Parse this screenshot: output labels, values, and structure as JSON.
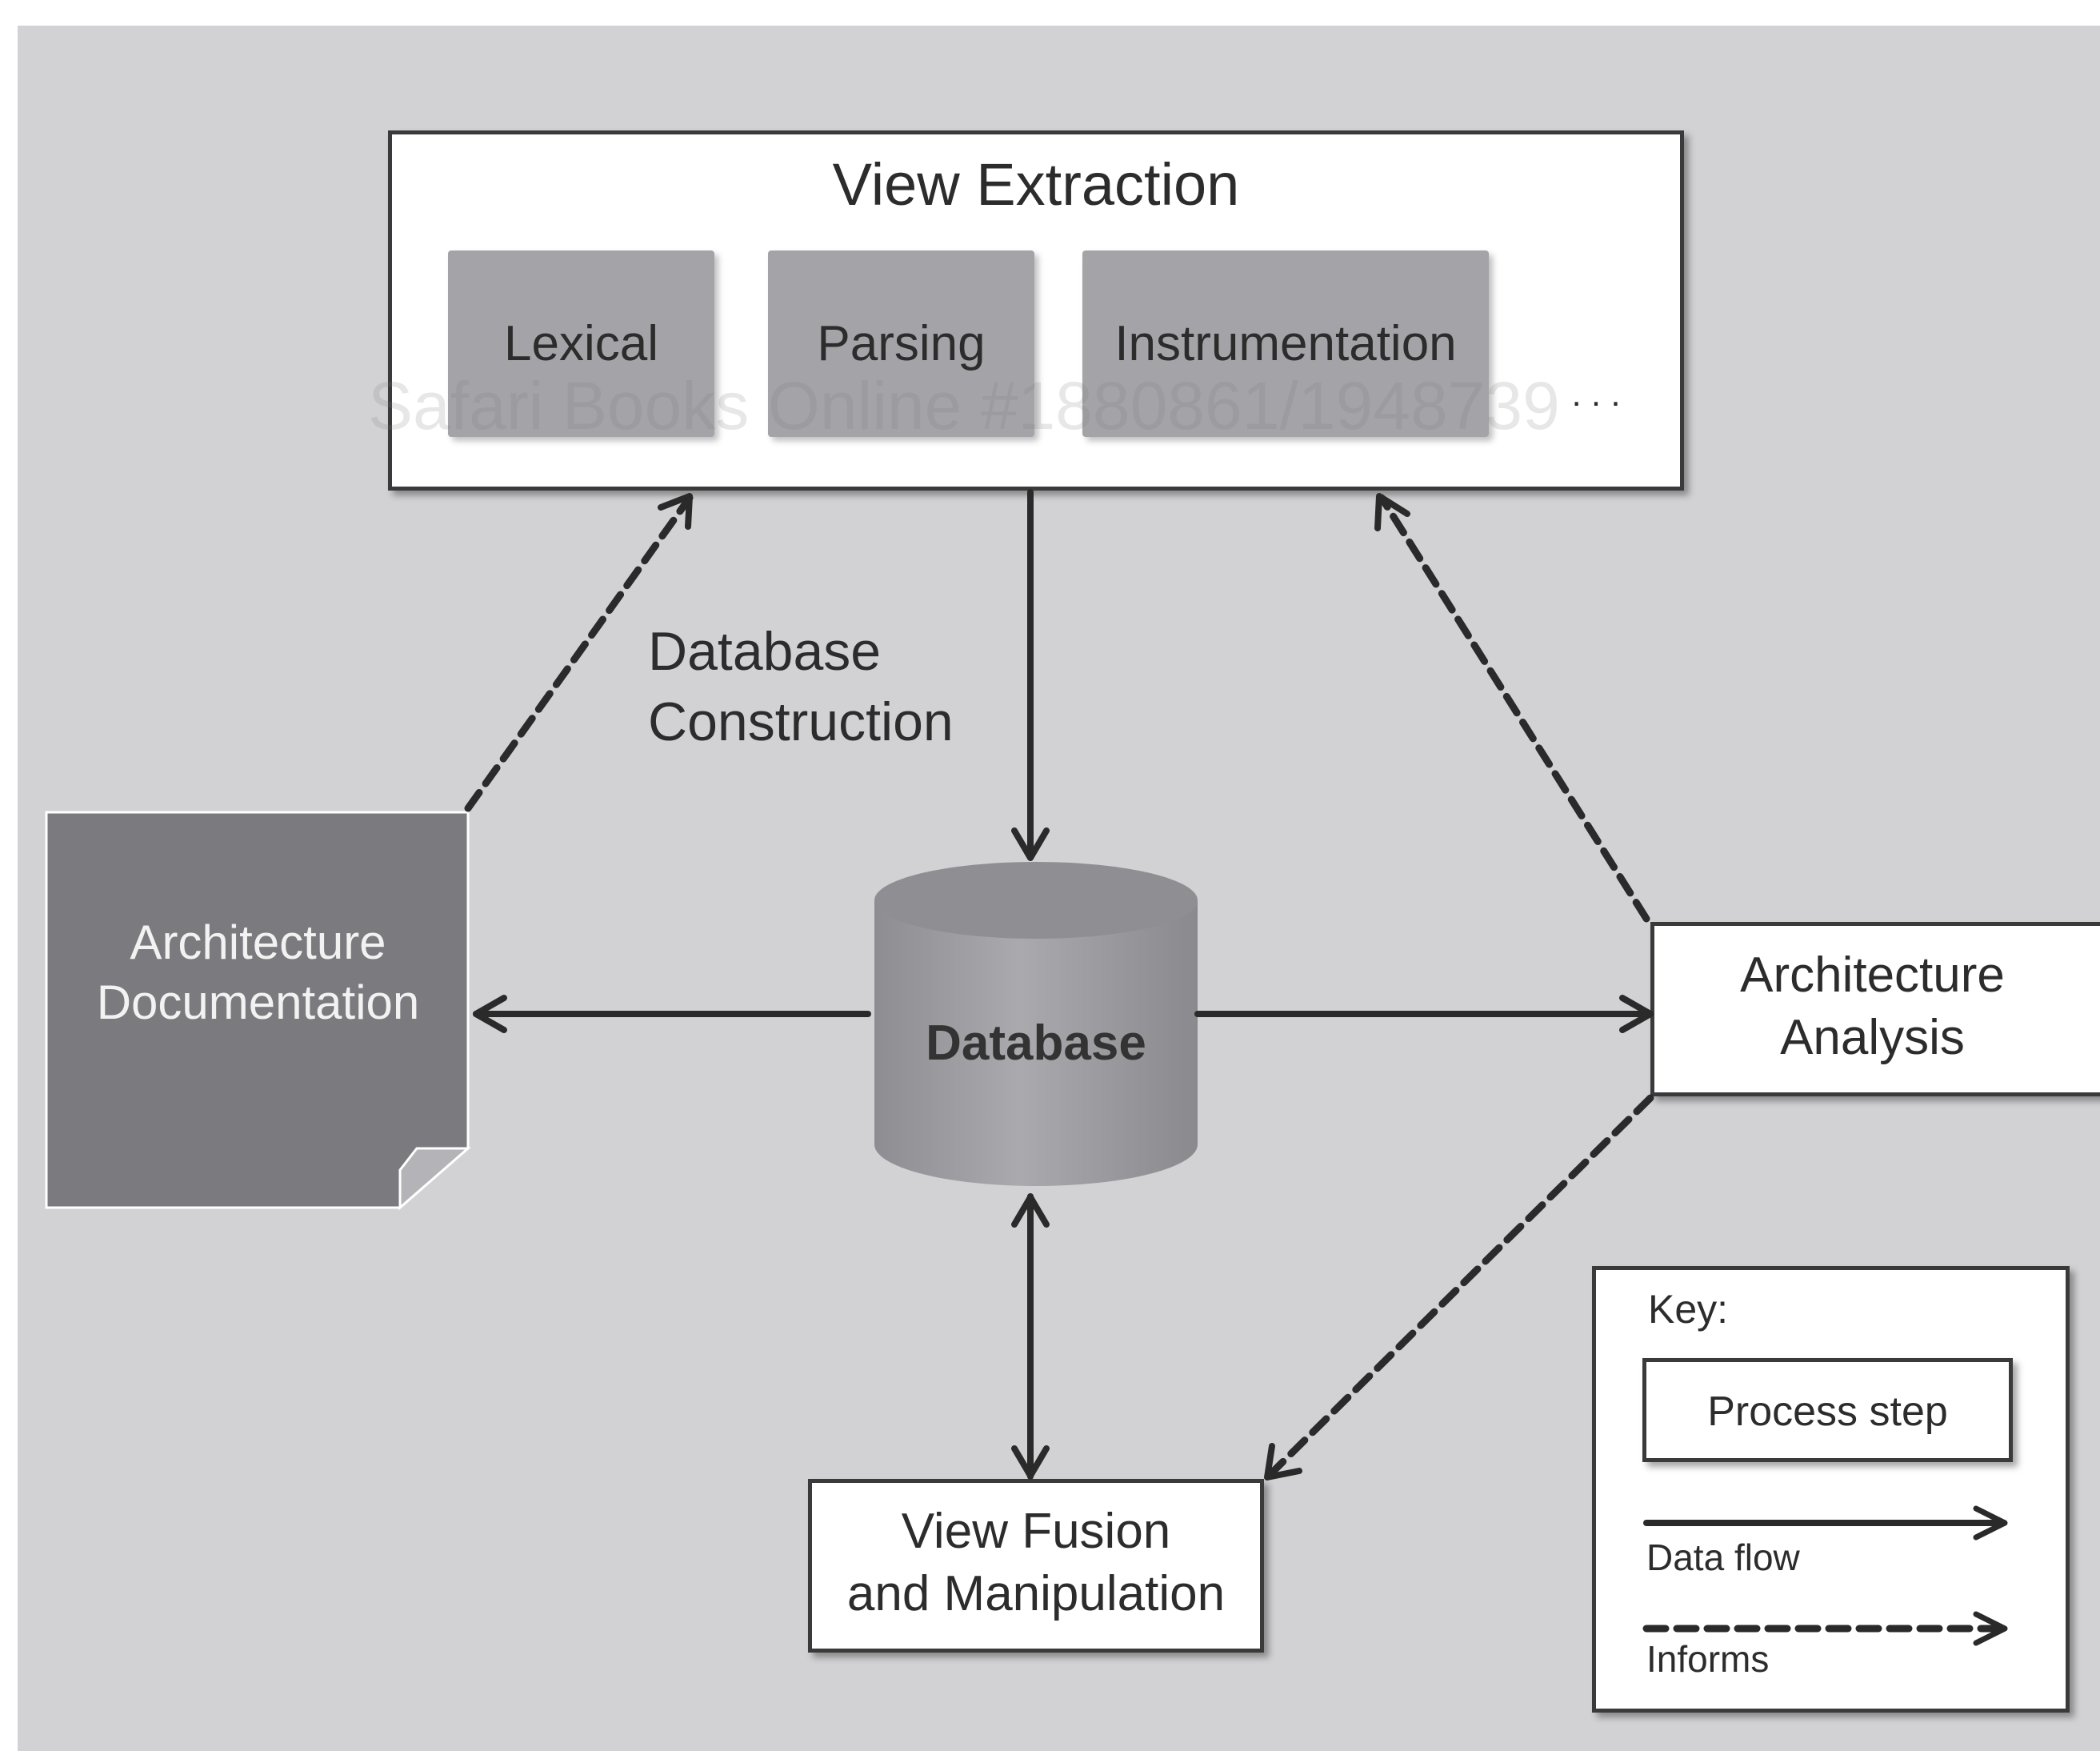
{
  "diagram": {
    "view_extraction": {
      "title": "View Extraction",
      "steps": [
        "Lexical",
        "Parsing",
        "Instrumentation"
      ],
      "more": ". . ."
    },
    "database_construction": {
      "line1": "Database",
      "line2": "Construction"
    },
    "database": "Database",
    "architecture_documentation": {
      "line1": "Architecture",
      "line2": "Documentation"
    },
    "architecture_analysis": {
      "line1": "Architecture",
      "line2": "Analysis"
    },
    "view_fusion": {
      "line1": "View Fusion",
      "line2": "and Manipulation"
    },
    "watermark": "Safari Books Online #1880861/1948739"
  },
  "key": {
    "title": "Key:",
    "process_step": "Process step",
    "data_flow": "Data flow",
    "informs": "Informs"
  },
  "colors": {
    "background": "#d2d2d5",
    "line": "#2a2a2a",
    "step_fill": "#a4a4a8",
    "document_fill": "#7b7b7f",
    "cylinder_fill": "#9d9da1"
  }
}
